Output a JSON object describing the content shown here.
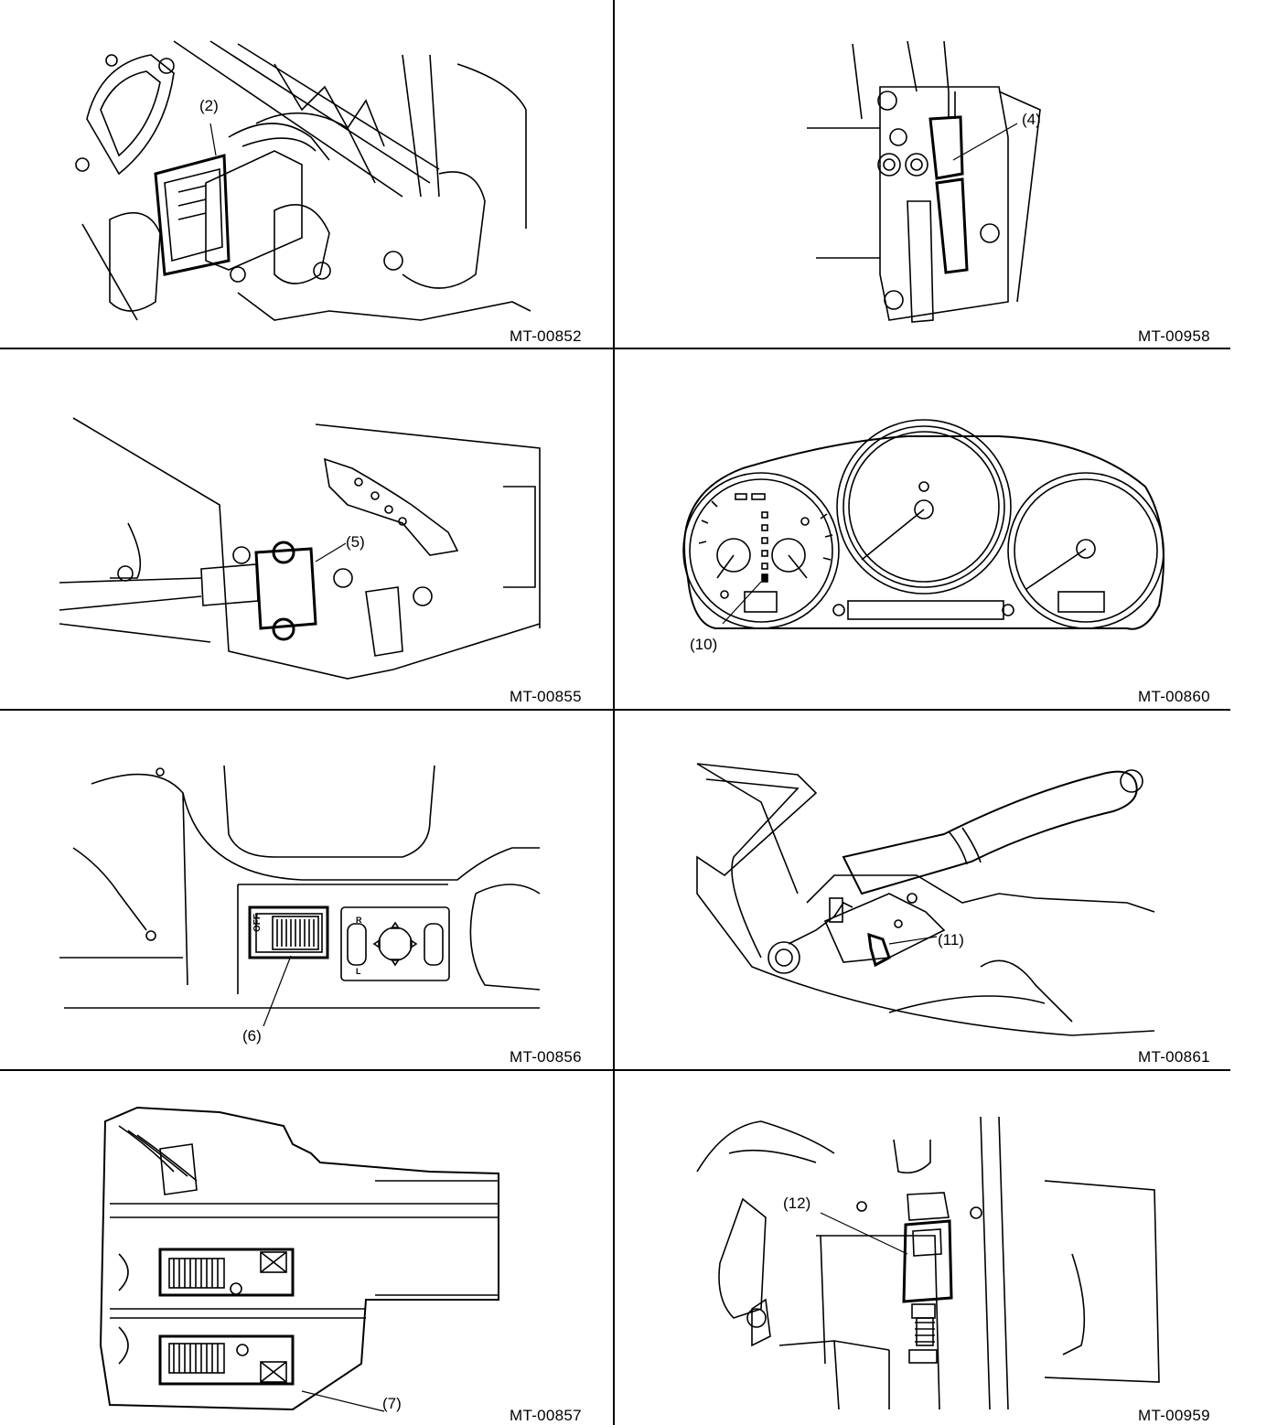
{
  "panels": [
    {
      "figure_id": "MT-00852",
      "callouts": [
        "(2)"
      ]
    },
    {
      "figure_id": "MT-00958",
      "callouts": [
        "(4)"
      ]
    },
    {
      "figure_id": "MT-00855",
      "callouts": [
        "(5)"
      ]
    },
    {
      "figure_id": "MT-00860",
      "callouts": [
        "(10)"
      ]
    },
    {
      "figure_id": "MT-00856",
      "callouts": [
        "(6)"
      ]
    },
    {
      "figure_id": "MT-00861",
      "callouts": [
        "(11)"
      ]
    },
    {
      "figure_id": "MT-00857",
      "callouts": [
        "(7)"
      ]
    },
    {
      "figure_id": "MT-00959",
      "callouts": [
        "(12)"
      ]
    }
  ],
  "switch_labels": {
    "off_label": "OFF",
    "left_mark": "L",
    "right_mark": "R"
  },
  "colors": {
    "line": "#000000",
    "background": "#ffffff"
  }
}
